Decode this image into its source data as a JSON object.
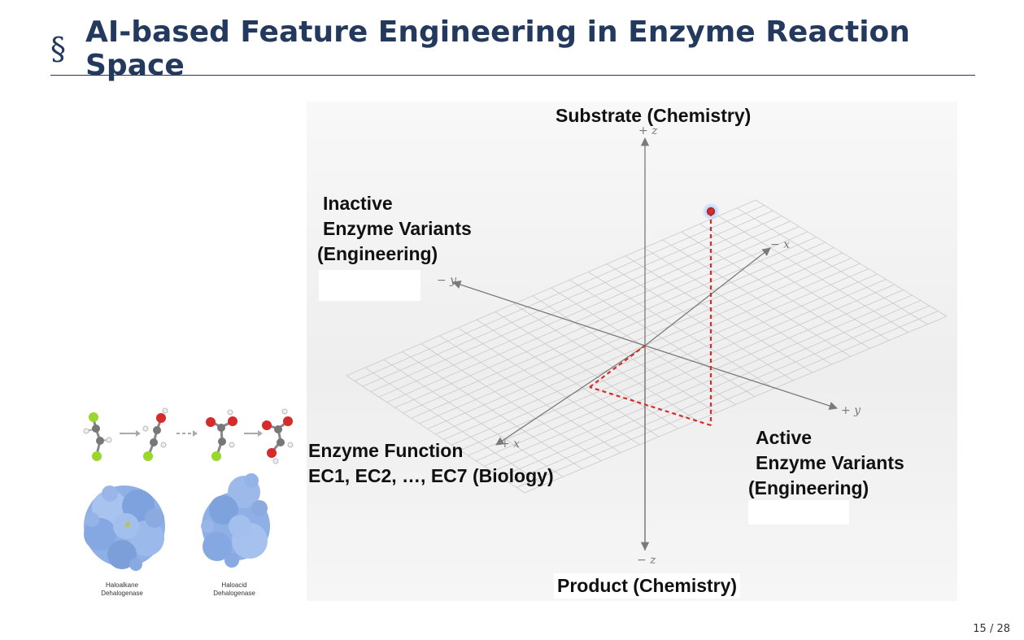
{
  "slide": {
    "section_mark": "§",
    "title": "AI-based Feature Engineering in Enzyme Reaction Space",
    "page_number": "15 / 28"
  },
  "figure": {
    "labels": {
      "substrate": "Substrate (Chemistry)",
      "product": "Product (Chemistry)",
      "inactive_line1": "Inactive",
      "inactive_line2": "Enzyme Variants",
      "inactive_line3": "(Engineering)",
      "active_line1": "Active",
      "active_line2": "Enzyme Variants",
      "active_line3": "(Engineering)",
      "function_line1": "Enzyme Function",
      "function_line2": "EC1, EC2, …, EC7 (Biology)"
    },
    "axis_ticks": {
      "plus_z": "+ z",
      "minus_z": "− z",
      "minus_x": "− x",
      "plus_x": "+ x",
      "minus_y": "− y",
      "plus_y": "+ y"
    },
    "colors": {
      "grid": "#c9c9c9",
      "axis": "#7a7a7a",
      "highlight": "#d62b2b",
      "title": "#23395d"
    }
  },
  "molecules": {
    "caption_left_line1": "Haloalkane",
    "caption_left_line2": "Dehalogenase",
    "caption_right_line1": "Haloacid",
    "caption_right_line2": "Dehalogenase"
  }
}
